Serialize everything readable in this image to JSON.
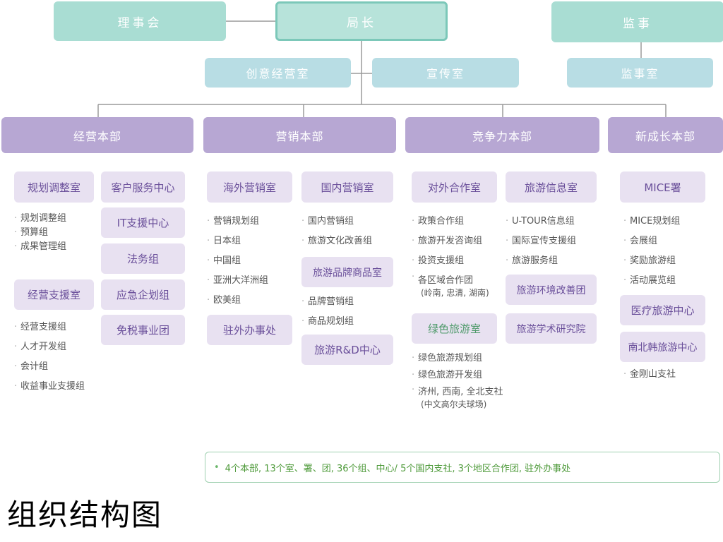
{
  "top": {
    "board": "理事会",
    "director": "局长",
    "supervisor": "监事"
  },
  "staff": {
    "creative": "创意经营室",
    "publicity": "宣传室",
    "supervision": "监事室"
  },
  "divisions": [
    "经营本部",
    "营销本部",
    "竞争力本部",
    "新成长本部"
  ],
  "management": {
    "planning": "规划调整室",
    "planning_groups": [
      "规划调整组",
      "预算组",
      "成果管理组"
    ],
    "support": "经营支援室",
    "support_groups": [
      "经营支援组",
      "人才开发组",
      "会计组",
      "收益事业支援组"
    ],
    "customer": "客户服务中心",
    "it": "IT支援中心",
    "legal": "法务组",
    "emergency": "应急企划组",
    "dutyfree": "免税事业团"
  },
  "marketing": {
    "overseas": "海外营销室",
    "overseas_groups": [
      "营销规划组",
      "日本组",
      "中国组",
      "亚洲大洋洲组",
      "欧美组"
    ],
    "abroad_office": "驻外办事处",
    "domestic": "国内营销室",
    "domestic_groups": [
      "国内营销组",
      "旅游文化改善组"
    ],
    "brand": "旅游品牌商品室",
    "brand_groups": [
      "品牌营销组",
      "商品规划组"
    ],
    "rd": "旅游R&D中心"
  },
  "competitiveness": {
    "external": "对外合作室",
    "external_groups": [
      "政策合作组",
      "旅游开发咨询组",
      "投资支援组"
    ],
    "regional_group": "各区域合作团",
    "regional_detail": "(岭南, 忠清, 湖南)",
    "green": "绿色旅游室",
    "green_groups": [
      "绿色旅游规划组",
      "绿色旅游开发组"
    ],
    "jeju_group": "济州, 西南, 全北支社",
    "jeju_detail": "(中文高尔夫球场)",
    "info": "旅游信息室",
    "info_groups": [
      "U-TOUR信息组",
      "国际宣传支援组",
      "旅游服务组"
    ],
    "environment": "旅游环境改善团",
    "academic": "旅游学术研究院"
  },
  "growth": {
    "mice": "MICE署",
    "mice_groups": [
      "MICE规划组",
      "会展组",
      "奖励旅游组",
      "活动展览组"
    ],
    "medical": "医疗旅游中心",
    "interkorean": "南北韩旅游中心",
    "kumgang": "金刚山支社"
  },
  "note": "4个本部, 13个室、署、团, 36个组、中心/ 5个国内支社, 3个地区合作团, 驻外办事处",
  "page_title": "组织结构图"
}
